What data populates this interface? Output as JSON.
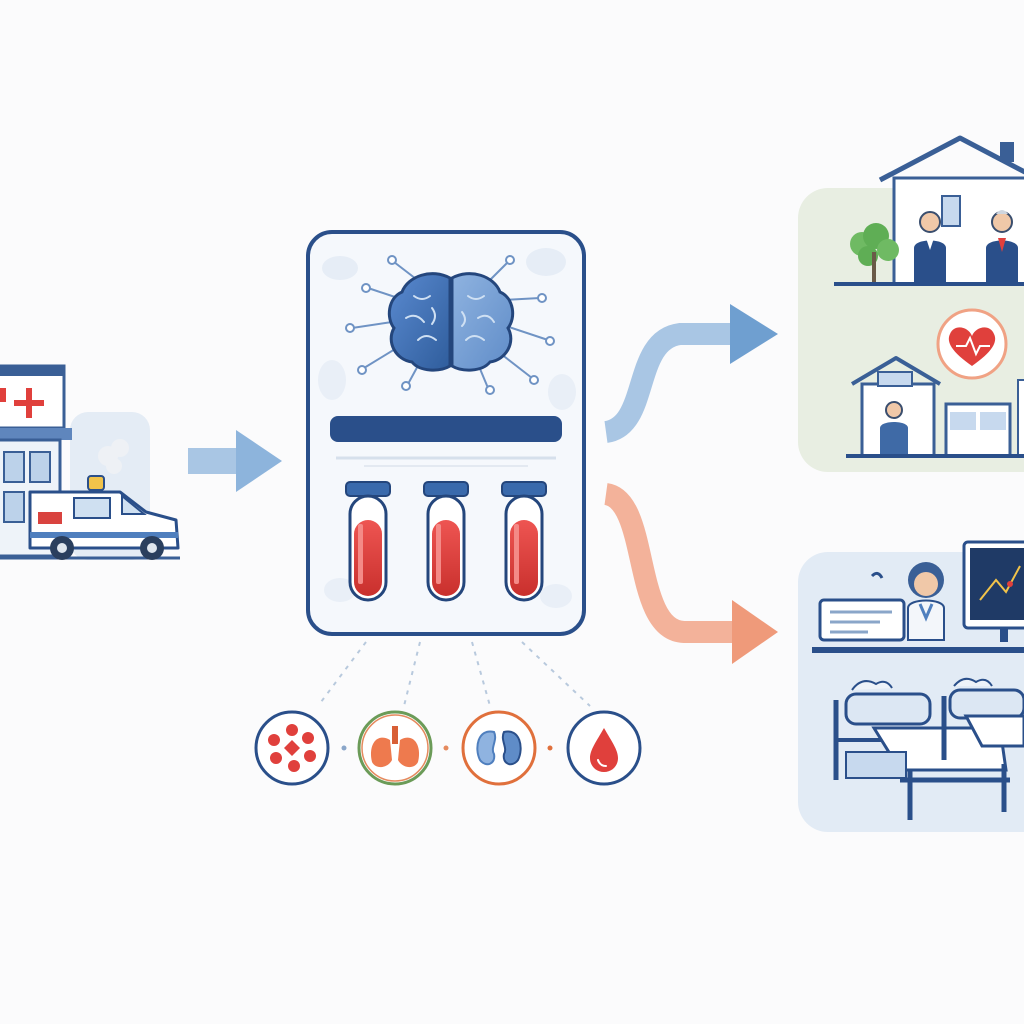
{
  "colors": {
    "navy": "#2a4f8a",
    "mid_blue": "#4f7fbe",
    "light_blue": "#9fc1e0",
    "red": "#e0403c",
    "salmon": "#f0a284",
    "card_green": "#e8eee2",
    "card_blue": "#e2ebf5",
    "panel_bg": "#f5f8fc"
  },
  "icons": {
    "source": [
      "hospital-icon",
      "ambulance-icon"
    ],
    "processor": [
      "brain-network-icon",
      "blood-test-tube-icon"
    ],
    "biomarkers": [
      "blood-cells-icon",
      "lungs-icon",
      "kidneys-icon",
      "blood-drop-icon"
    ],
    "outcome_home": [
      "house-icon",
      "tree-icon",
      "person-icon",
      "heart-icon",
      "clinic-icon"
    ],
    "outcome_hospital": [
      "hospital-bed-icon",
      "clinician-icon",
      "monitor-icon",
      "medical-equipment-icon"
    ]
  },
  "flow": {
    "steps": [
      "hospital-arrival",
      "ai-blood-analysis",
      "biomarker-breakdown"
    ],
    "branches": [
      {
        "id": "home-discharge",
        "arrow_color": "#9fc1e0"
      },
      {
        "id": "inpatient-admission",
        "arrow_color": "#f0a284"
      }
    ]
  }
}
